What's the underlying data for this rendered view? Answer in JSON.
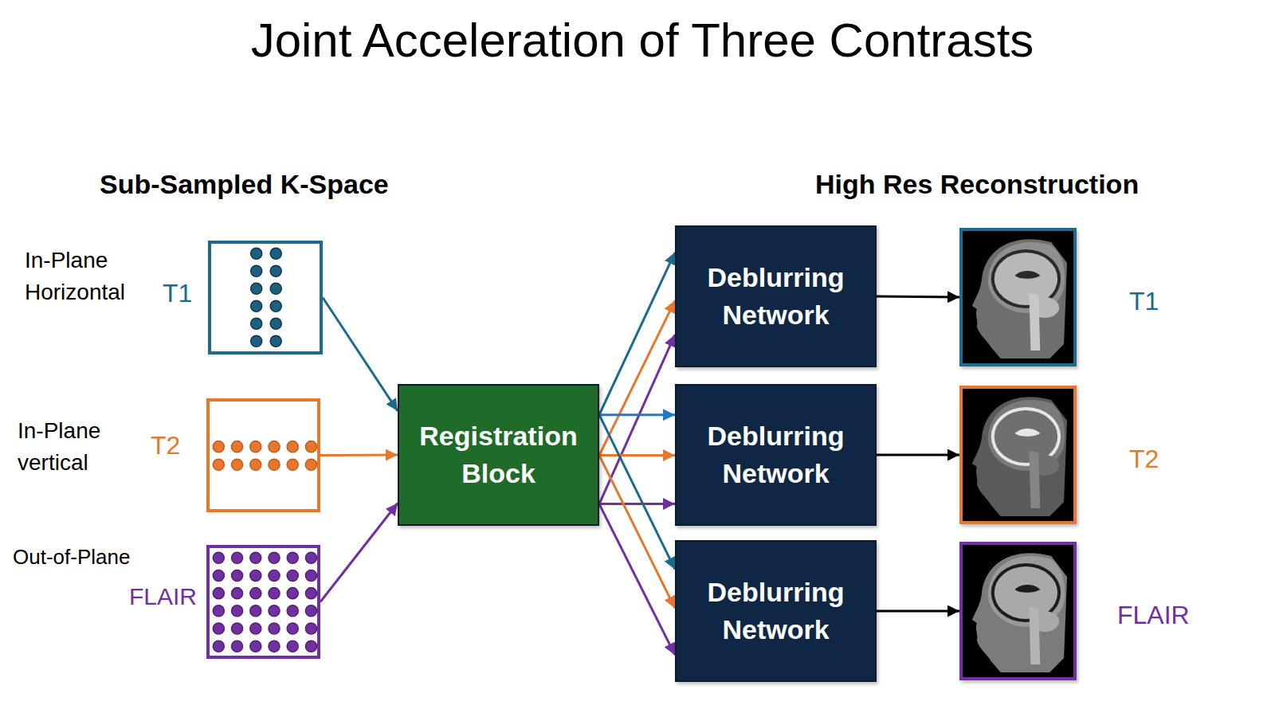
{
  "diagram": {
    "title": "Joint Acceleration of Three Contrasts",
    "nodes": [
      {
        "text": [
          "In-Plane Horizontal",
          "T1"
        ]
      },
      {
        "text": [
          "In-Plane vertical",
          "T2"
        ]
      },
      {
        "text": [
          "Out-of-Plane",
          "FLAIR"
        ]
      },
      {
        "text": [
          "Registration Block"
        ]
      },
      {
        "text": [
          "Deblurring Network"
        ]
      },
      {
        "text": [
          "Deblurring Network"
        ]
      },
      {
        "text": [
          "Deblurring Network"
        ]
      },
      {
        "text": [
          "T1"
        ]
      },
      {
        "text": [
          "T2"
        ]
      },
      {
        "text": [
          "FLAIR"
        ]
      }
    ],
    "edges": [
      {
        "from": 0,
        "to": 3,
        "arrow": "to"
      },
      {
        "from": 1,
        "to": 3,
        "arrow": "to"
      },
      {
        "from": 2,
        "to": 3,
        "arrow": "to"
      },
      {
        "from": 3,
        "to": 4,
        "arrow": "to"
      },
      {
        "from": 3,
        "to": 4,
        "arrow": "to"
      },
      {
        "from": 3,
        "to": 4,
        "arrow": "to"
      },
      {
        "from": 3,
        "to": 5,
        "arrow": "to"
      },
      {
        "from": 3,
        "to": 5,
        "arrow": "to"
      },
      {
        "from": 3,
        "to": 5,
        "arrow": "to"
      },
      {
        "from": 3,
        "to": 6,
        "arrow": "to"
      },
      {
        "from": 3,
        "to": 6,
        "arrow": "to"
      },
      {
        "from": 3,
        "to": 6,
        "arrow": "to"
      },
      {
        "from": 4,
        "to": 7,
        "arrow": "to"
      },
      {
        "from": 5,
        "to": 8,
        "arrow": "to"
      },
      {
        "from": 6,
        "to": 9,
        "arrow": "to"
      }
    ],
    "labels": [
      "Sub-Sampled K-Space",
      "High Res Reconstruction"
    ]
  }
}
